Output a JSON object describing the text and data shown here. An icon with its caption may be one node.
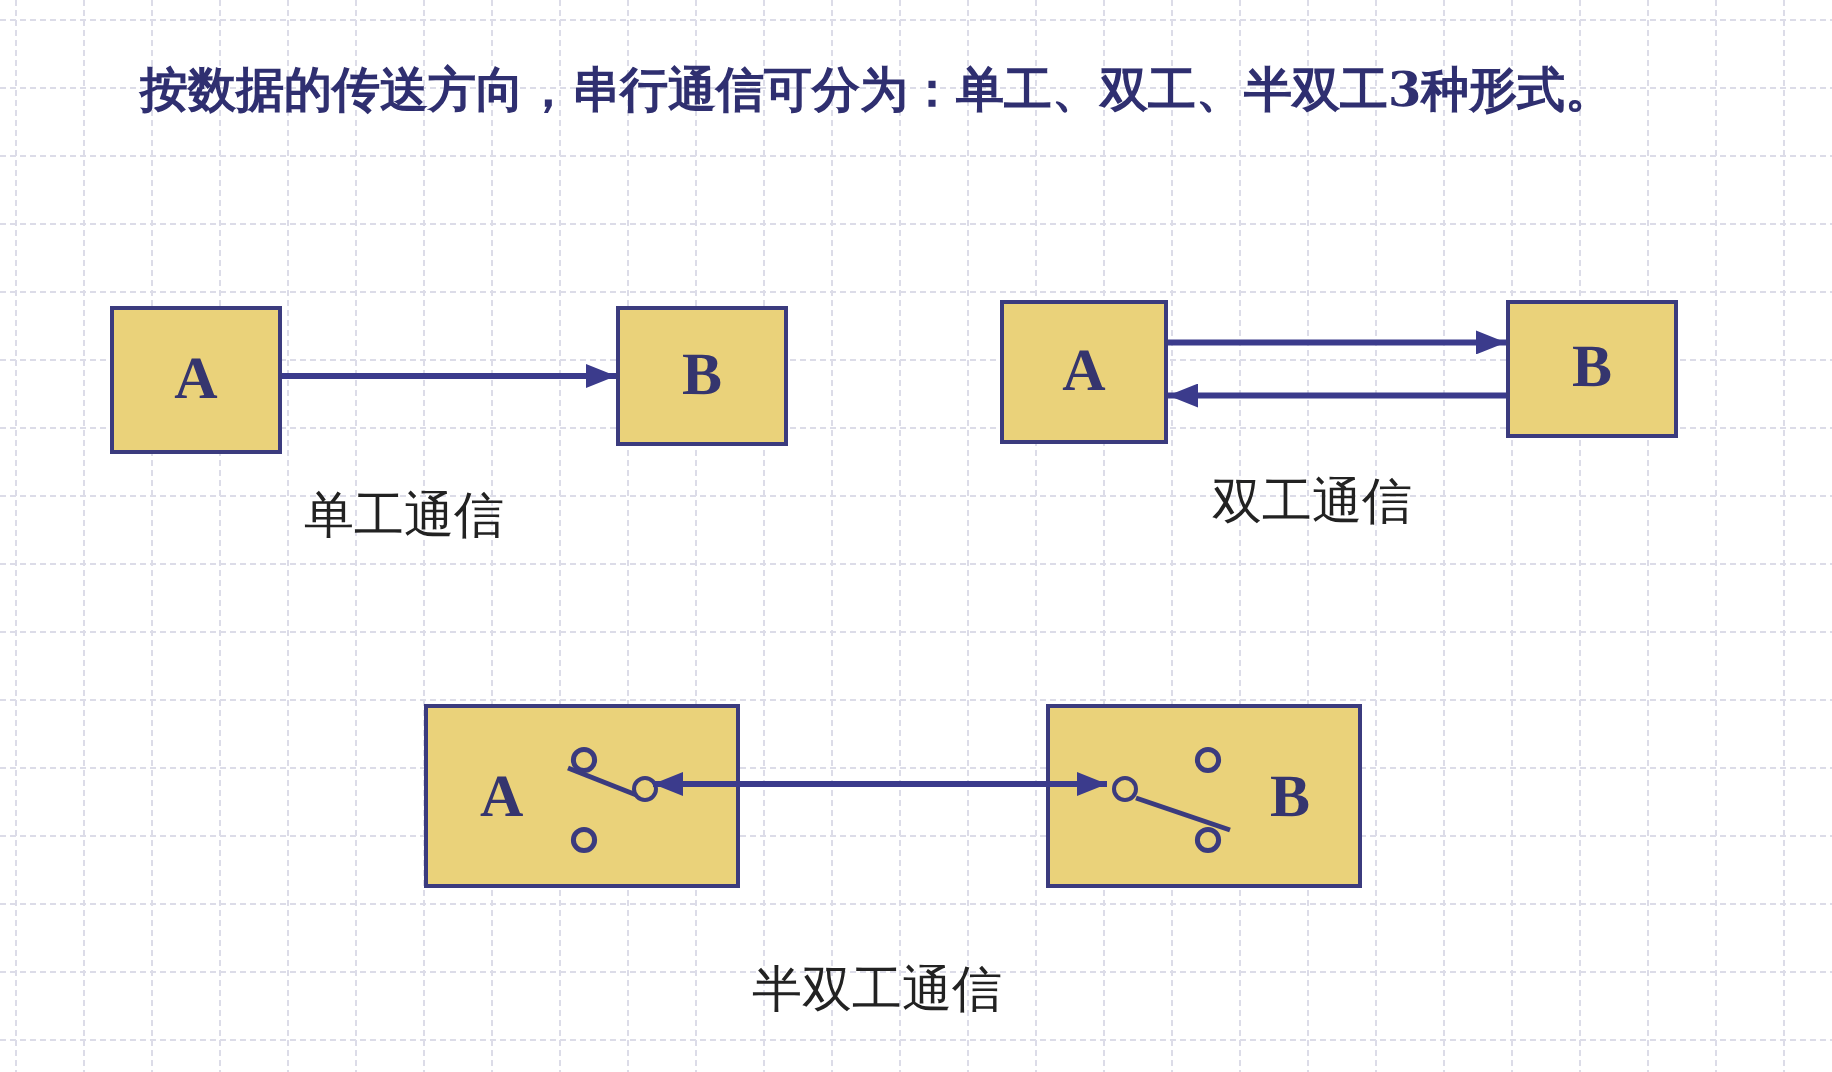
{
  "diagram": {
    "title": "按数据的传送方向，串行通信可分为：单工、双工、半双工3种形式。",
    "nodes": [
      {
        "text": [
          "A"
        ]
      },
      {
        "text": [
          "B"
        ]
      },
      {
        "text": [
          "A"
        ]
      },
      {
        "text": [
          "B"
        ]
      },
      {
        "text": [
          "A"
        ]
      },
      {
        "text": [],
        "shape": "circle",
        "in": 4
      },
      {
        "text": [
          "B"
        ]
      },
      {
        "text": [],
        "shape": "circle",
        "in": 6
      }
    ],
    "edges": [
      {
        "from": 0,
        "to": 1,
        "arrow": "to"
      },
      {
        "from": 2,
        "to": 3,
        "arrow": "to"
      },
      {
        "from": 3,
        "to": 2,
        "arrow": "to"
      },
      {
        "from": 5,
        "to": 7,
        "arrow": "both"
      }
    ],
    "labels": [
      "单工通信",
      "双工通信",
      "半双工通信"
    ]
  }
}
